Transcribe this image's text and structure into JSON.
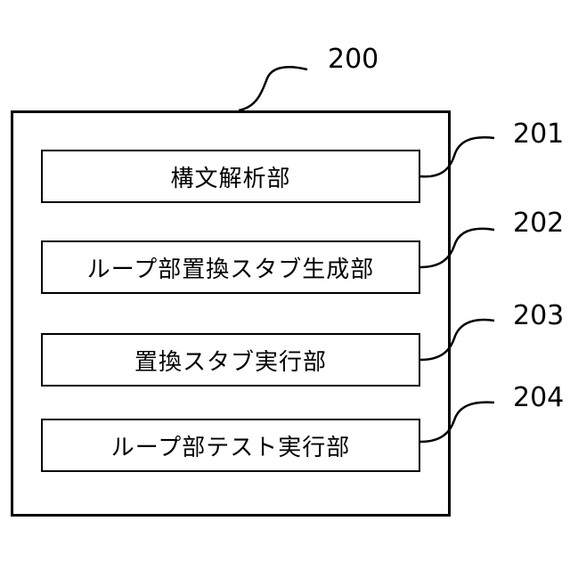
{
  "diagram": {
    "system": {
      "ref": "200"
    },
    "blocks": [
      {
        "ref": "201",
        "label": "構文解析部"
      },
      {
        "ref": "202",
        "label": "ループ部置換スタブ生成部"
      },
      {
        "ref": "203",
        "label": "置換スタブ実行部"
      },
      {
        "ref": "204",
        "label": "ループ部テスト実行部"
      }
    ]
  }
}
